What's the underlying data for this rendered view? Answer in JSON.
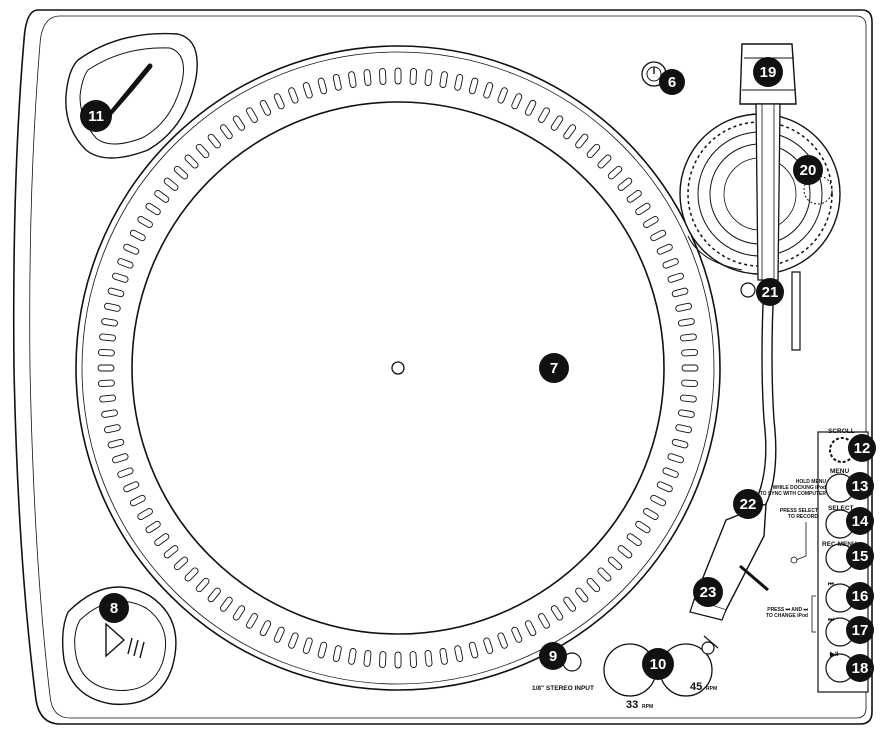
{
  "callouts": {
    "c6": "6",
    "c7": "7",
    "c8": "8",
    "c9": "9",
    "c10": "10",
    "c11": "11",
    "c12": "12",
    "c13": "13",
    "c14": "14",
    "c15": "15",
    "c16": "16",
    "c17": "17",
    "c18": "18",
    "c19": "19",
    "c20": "20",
    "c21": "21",
    "c22": "22",
    "c23": "23"
  },
  "labels": {
    "scroll": "SCROLL",
    "menu": "MENU",
    "menu_note_1": "HOLD MENU",
    "menu_note_2": "WHILE DOCKING iPod",
    "menu_note_3": "TO SYNC WITH COMPUTER",
    "select": "SELECT",
    "select_note_1": "PRESS SELECT",
    "select_note_2": "TO RECORD",
    "rec_menu": "REC MENU",
    "skip_note_1": "PRESS ⏮ AND ⏭",
    "skip_note_2": "TO CHANGE iPod",
    "prev_glyph": "⏮",
    "next_glyph": "⏭",
    "play_pause_glyph": "▶II",
    "stereo_input": "1/8\" STEREO INPUT",
    "speed_33": "33",
    "speed_45": "45",
    "rpm": "RPM"
  }
}
